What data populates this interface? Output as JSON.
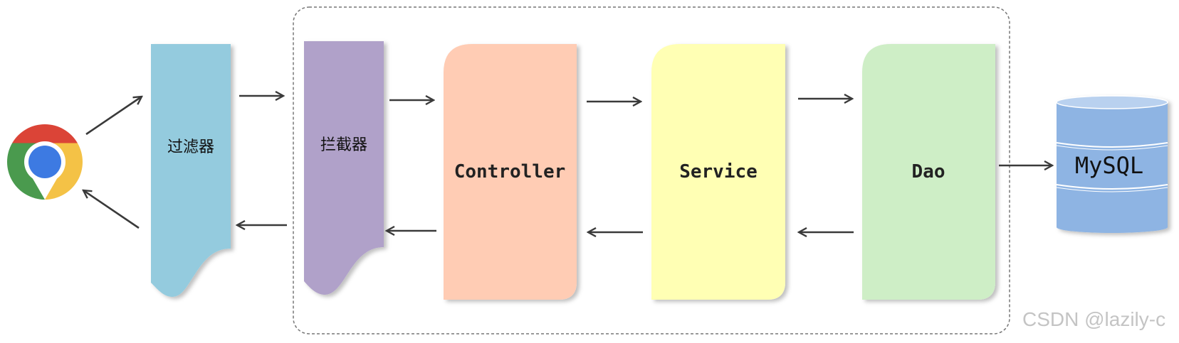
{
  "diagram": {
    "filter": {
      "label": "过滤器",
      "color": "#94cbde"
    },
    "interceptor": {
      "label": "拦截器",
      "color": "#b0a1c9"
    },
    "controller": {
      "label": "Controller",
      "color": "#ffccb4"
    },
    "service": {
      "label": "Service",
      "color": "#ffffb4"
    },
    "dao": {
      "label": "Dao",
      "color": "#ceeec6"
    },
    "database": {
      "label": "MySQL",
      "color": "#8eb4e3"
    },
    "browser_icon": "chrome-icon",
    "container_border": "dashed"
  },
  "watermark": "CSDN @lazily-c"
}
